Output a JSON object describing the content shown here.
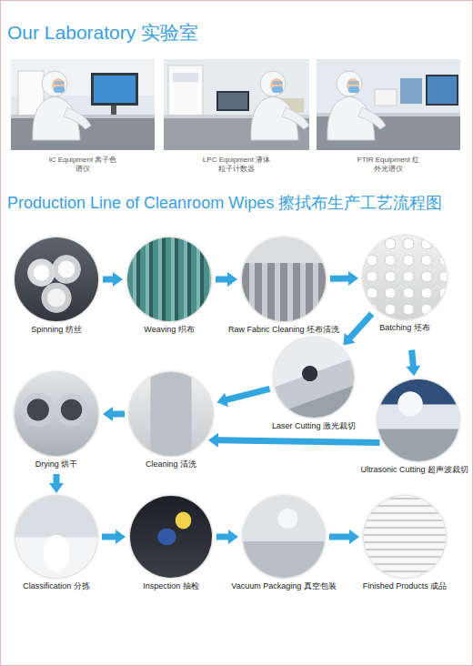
{
  "diagram": {
    "title": "Production Line of Cleanroom Wipes 擦拭布生产工艺流程图",
    "nodes": [
      {
        "text": [
          "Spinning 纺丝"
        ]
      },
      {
        "text": [
          "Weaving 织布"
        ]
      },
      {
        "text": [
          "Raw Fabric Cleaning 坯布清洗"
        ]
      },
      {
        "text": [
          "Batching 坯布"
        ]
      },
      {
        "text": [
          "Laser Cutting 激光裁切"
        ]
      },
      {
        "text": [
          "Ultrasonic Cutting 超声波裁切"
        ]
      },
      {
        "text": [
          "Cleaning 清洗"
        ]
      },
      {
        "text": [
          "Drying 烘干"
        ]
      },
      {
        "text": [
          "Classification 分拣"
        ]
      },
      {
        "text": [
          "Inspection 抽检"
        ]
      },
      {
        "text": [
          "Vacuum Packaging 真空包装"
        ]
      },
      {
        "text": [
          "Finished Products 成品"
        ]
      }
    ],
    "edges": [
      {
        "from": 0,
        "to": 1,
        "arrow": "to"
      },
      {
        "from": 1,
        "to": 2,
        "arrow": "to"
      },
      {
        "from": 2,
        "to": 3,
        "arrow": "to"
      },
      {
        "from": 3,
        "to": 4,
        "arrow": "to"
      },
      {
        "from": 3,
        "to": 5,
        "arrow": "to"
      },
      {
        "from": 4,
        "to": 6,
        "arrow": "to"
      },
      {
        "from": 5,
        "to": 6,
        "arrow": "to"
      },
      {
        "from": 6,
        "to": 7,
        "arrow": "to"
      },
      {
        "from": 7,
        "to": 8,
        "arrow": "to"
      },
      {
        "from": 8,
        "to": 9,
        "arrow": "to"
      },
      {
        "from": 9,
        "to": 10,
        "arrow": "to"
      },
      {
        "from": 10,
        "to": 11,
        "arrow": "to"
      }
    ],
    "labels": [
      "Our Laboratory 实验室",
      "IC Equipment 离子色谱仪",
      "LPC Equipment 液体粒子计数器",
      "FTIR Equipment 红外光谱仪"
    ]
  }
}
